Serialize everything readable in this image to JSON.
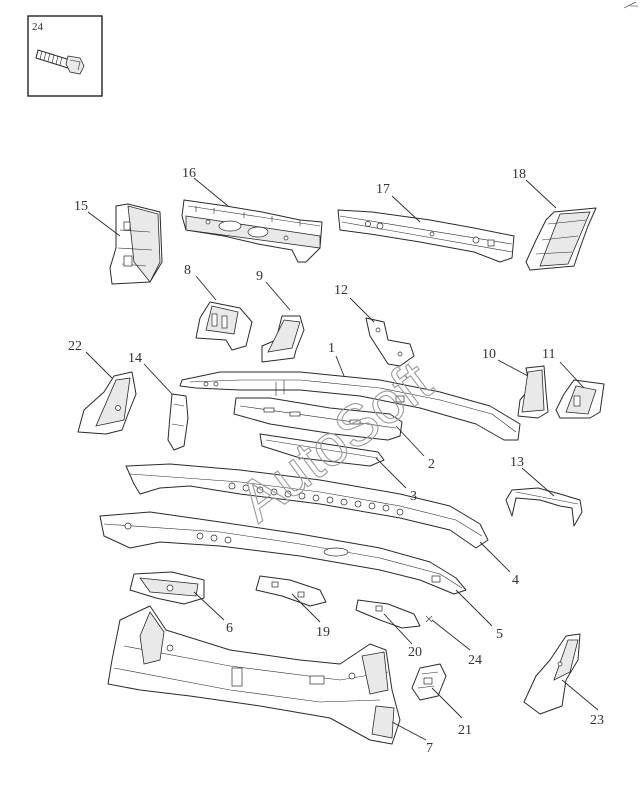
{
  "watermark": "AutoSoft",
  "inset": {
    "label": "24"
  },
  "callouts": {
    "c1": "1",
    "c2": "2",
    "c3": "3",
    "c4": "4",
    "c5": "5",
    "c6": "6",
    "c7": "7",
    "c8": "8",
    "c9": "9",
    "c10": "10",
    "c11": "11",
    "c12": "12",
    "c13": "13",
    "c14": "14",
    "c15": "15",
    "c16": "16",
    "c17": "17",
    "c18": "18",
    "c19": "19",
    "c20": "20",
    "c21": "21",
    "c22": "22",
    "c23": "23",
    "c24": "24"
  }
}
